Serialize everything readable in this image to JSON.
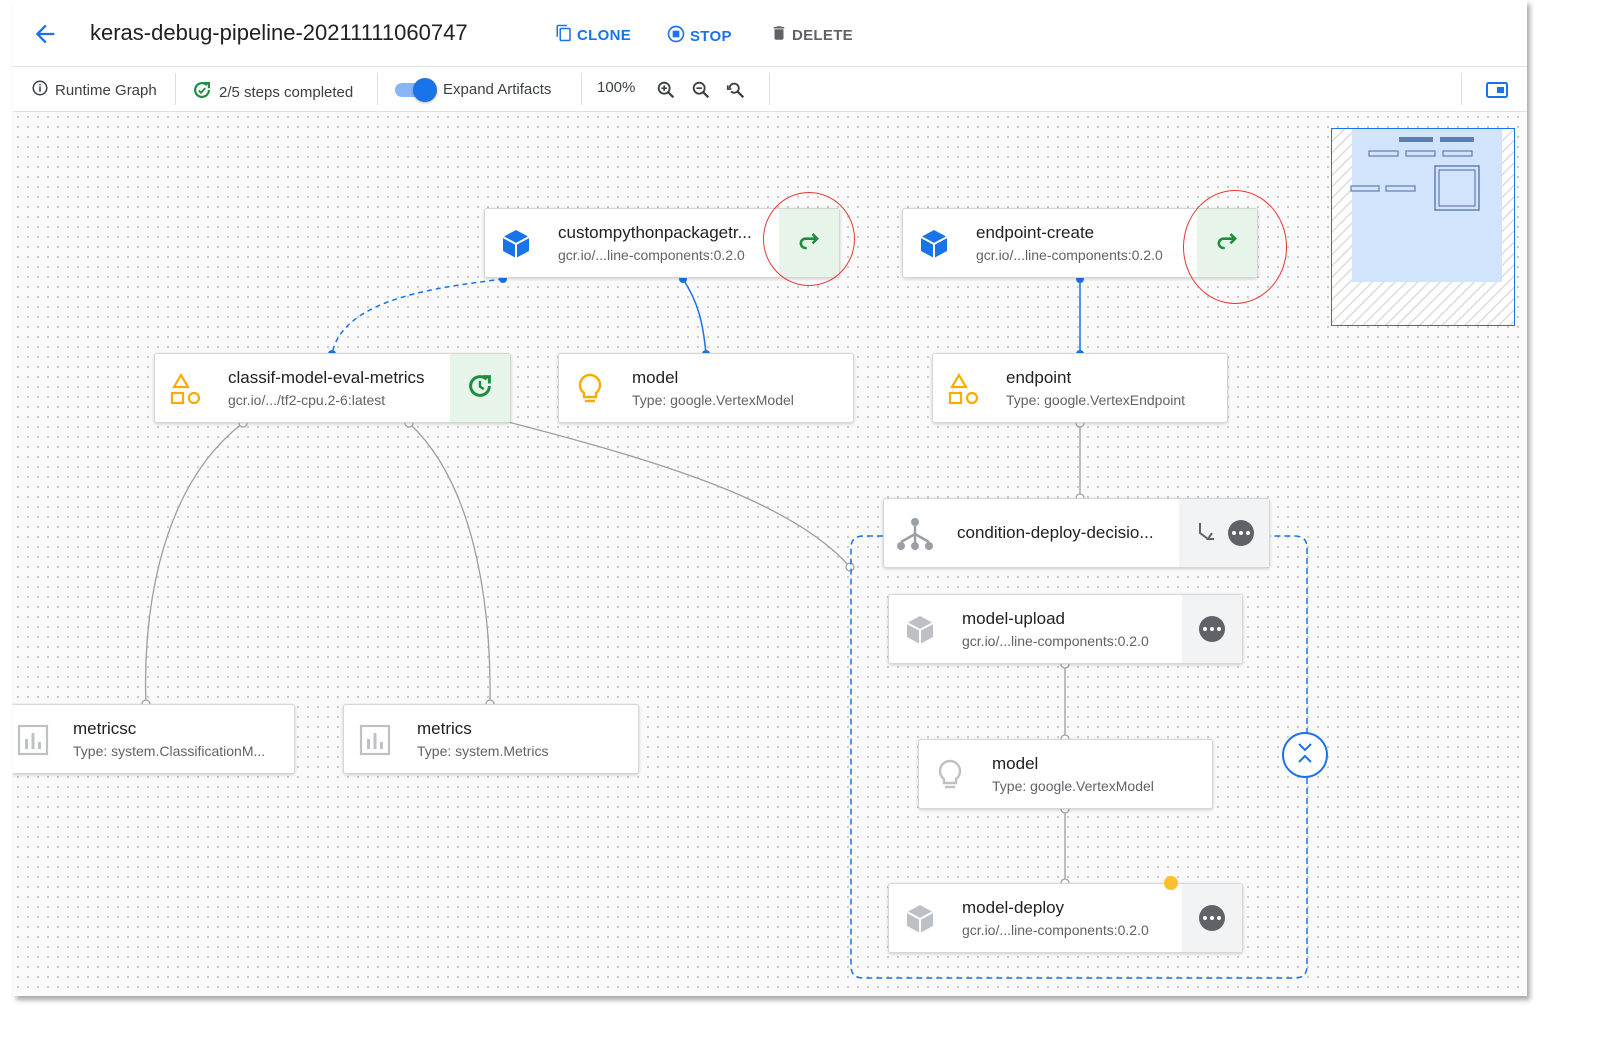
{
  "header": {
    "title": "keras-debug-pipeline-20211111060747",
    "clone_label": "CLONE",
    "stop_label": "STOP",
    "delete_label": "DELETE"
  },
  "toolbar": {
    "runtime_graph_label": "Runtime Graph",
    "steps_label": "2/5 steps completed",
    "expand_artifacts_label": "Expand Artifacts",
    "expand_artifacts_on": true,
    "zoom_level": "100%"
  },
  "nodes": {
    "custompython": {
      "title": "custompythonpackagetr...",
      "subtitle": "gcr.io/...line-components:0.2.0",
      "status": "retry",
      "icon": "cube-icon"
    },
    "endpoint_create": {
      "title": "endpoint-create",
      "subtitle": "gcr.io/...line-components:0.2.0",
      "status": "retry",
      "icon": "cube-icon"
    },
    "classif": {
      "title": "classif-model-eval-metrics",
      "subtitle": "gcr.io/.../tf2-cpu.2-6:latest",
      "status": "running",
      "icon": "artifact-shapes-icon"
    },
    "model_artifact": {
      "title": "model",
      "subtitle": "Type: google.VertexModel",
      "icon": "lightbulb-icon"
    },
    "endpoint_artifact": {
      "title": "endpoint",
      "subtitle": "Type: google.VertexEndpoint",
      "icon": "artifact-shapes-icon"
    },
    "condition": {
      "title": "condition-deploy-decisio...",
      "icon": "branch-tree-icon"
    },
    "model_upload": {
      "title": "model-upload",
      "subtitle": "gcr.io/...line-components:0.2.0",
      "icon": "cube-icon"
    },
    "model_artifact_2": {
      "title": "model",
      "subtitle": "Type: google.VertexModel",
      "icon": "lightbulb-icon"
    },
    "model_deploy": {
      "title": "model-deploy",
      "subtitle": "gcr.io/...line-components:0.2.0",
      "icon": "cube-icon"
    },
    "metricsc": {
      "title": "metricsc",
      "subtitle": "Type: system.ClassificationM...",
      "icon": "bar-chart-icon"
    },
    "metrics": {
      "title": "metrics",
      "subtitle": "Type: system.Metrics",
      "icon": "bar-chart-icon"
    }
  },
  "colors": {
    "accent": "#1a73e8",
    "success": "#1e8e3e",
    "success_bg": "#e6f4ea",
    "artifact_yellow": "#fbbc04",
    "highlight_red": "#e53935",
    "pending_dot": "#fbc02d"
  }
}
